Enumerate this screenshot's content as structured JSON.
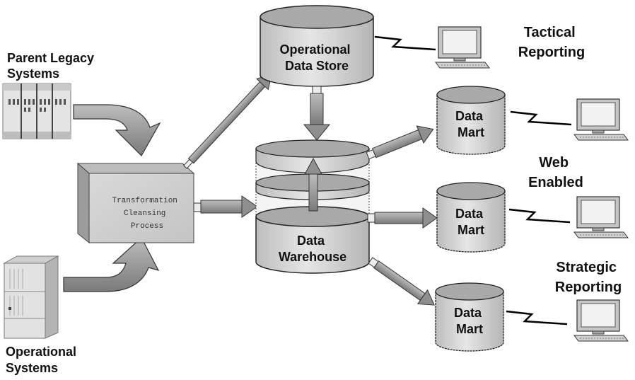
{
  "labels": {
    "parent_legacy_1": "Parent Legacy",
    "parent_legacy_2": "Systems",
    "operational_1": "Operational",
    "operational_2": "Systems",
    "transform_1": "Transformation",
    "transform_2": "Cleansing",
    "transform_3": "Process",
    "ods_1": "Operational",
    "ods_2": "Data Store",
    "dw_1": "Data",
    "dw_2": "Warehouse",
    "mart_1": "Data",
    "mart_2": "Mart",
    "tactical_1": "Tactical",
    "tactical_2": "Reporting",
    "web_1": "Web",
    "web_2": "Enabled",
    "strategic_1": "Strategic",
    "strategic_2": "Reporting"
  },
  "icons": {
    "legacy": "mainframe-icon",
    "operational": "server-icon",
    "terminal": "computer-terminal-icon",
    "link": "lightning-link-icon"
  },
  "colors": {
    "shape_fill": "#d8d8d8",
    "shape_top": "#a8a8a8",
    "arrow_fill": "#9a9a9a",
    "outline": "#1a1a1a"
  }
}
